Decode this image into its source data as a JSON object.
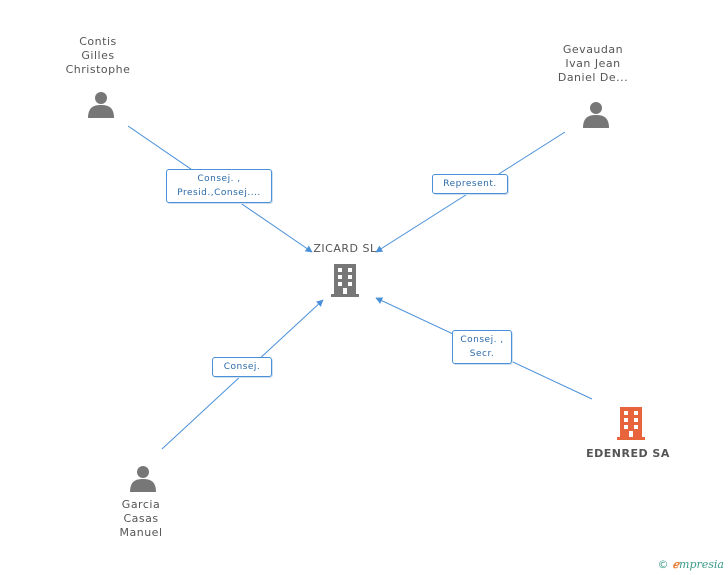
{
  "nodes": {
    "contis": {
      "lines": [
        "Contis",
        "Gilles",
        "Christophe"
      ],
      "kind": "person"
    },
    "gevaudan": {
      "lines": [
        "Gevaudan",
        "Ivan Jean",
        "Daniel De..."
      ],
      "kind": "person"
    },
    "garcia": {
      "lines": [
        "Garcia",
        "Casas",
        "Manuel"
      ],
      "kind": "person"
    },
    "zicard": {
      "label": "ZICARD SL",
      "kind": "company",
      "color": "#777777"
    },
    "edenred": {
      "label": "EDENRED SA",
      "kind": "company",
      "color": "#e8643c"
    }
  },
  "edges": {
    "contis": {
      "lines": [
        "Consej. ,",
        "Presid.,Consej...."
      ]
    },
    "gevaudan": {
      "lines": [
        "Represent."
      ]
    },
    "garcia": {
      "lines": [
        "Consej."
      ]
    },
    "edenred": {
      "lines": [
        "Consej. ,",
        "Secr."
      ]
    }
  },
  "colors": {
    "edge": "#4a90d9",
    "person": "#777777"
  },
  "footer": {
    "copyright": "©",
    "brand_e": "ℯ",
    "brand_rest": "mpresia"
  }
}
